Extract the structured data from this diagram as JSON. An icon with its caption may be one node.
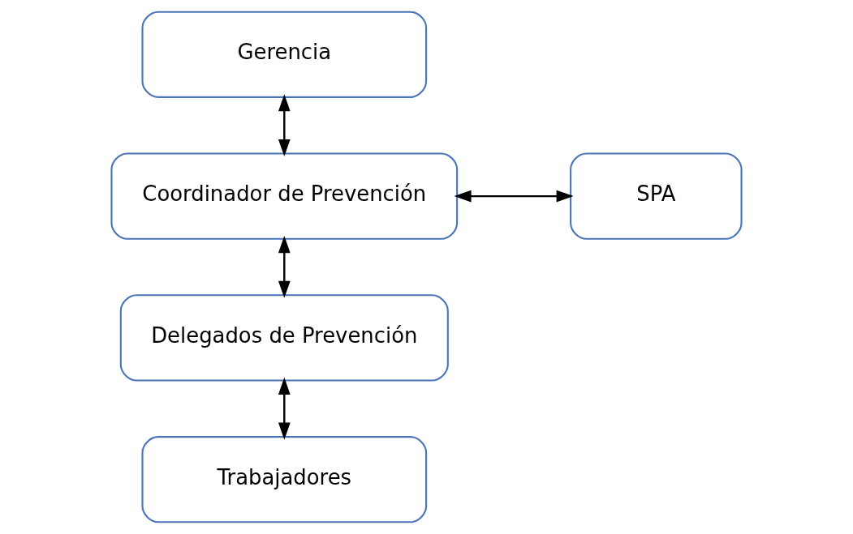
{
  "diagram": {
    "nodes": [
      {
        "text": [
          "Gerencia"
        ]
      },
      {
        "text": [
          "Coordinador de Prevención"
        ]
      },
      {
        "text": [
          "Delegados de Prevención"
        ]
      },
      {
        "text": [
          "Trabajadores"
        ]
      },
      {
        "text": [
          "SPA"
        ]
      }
    ],
    "edges": [
      {
        "from": 0,
        "to": 1,
        "arrow": "both"
      },
      {
        "from": 1,
        "to": 4,
        "arrow": "both"
      },
      {
        "from": 1,
        "to": 2,
        "arrow": "both"
      },
      {
        "from": 2,
        "to": 3,
        "arrow": "both"
      }
    ]
  }
}
